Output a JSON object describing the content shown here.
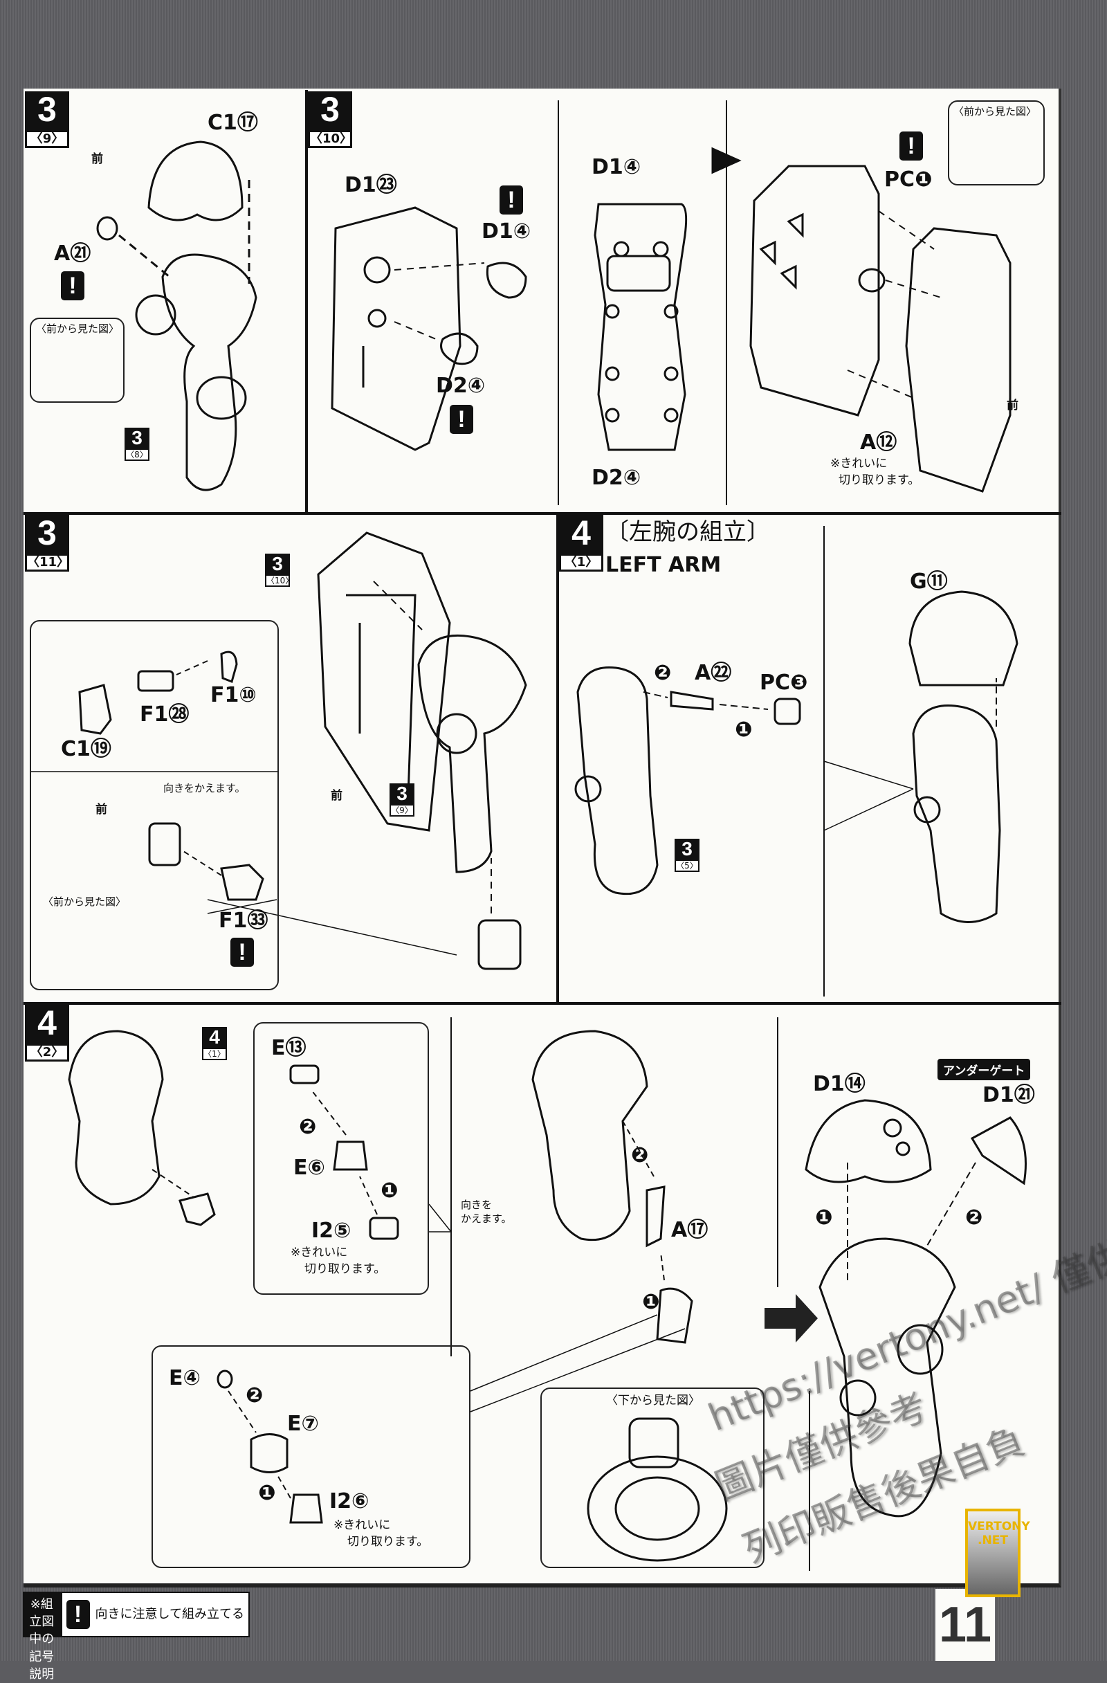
{
  "steps": {
    "s39": {
      "num": "3",
      "sub": "〈9〉"
    },
    "s310": {
      "num": "3",
      "sub": "〈10〉"
    },
    "s311": {
      "num": "3",
      "sub": "〈11〉"
    },
    "s41": {
      "num": "4",
      "sub": "〈1〉",
      "title_jp": "〔左腕の組立〕",
      "title_en": "LEFT ARM"
    },
    "s42": {
      "num": "4",
      "sub": "〈2〉"
    }
  },
  "refs": {
    "r38": {
      "num": "3",
      "sub": "〈8〉"
    },
    "r310": {
      "num": "3",
      "sub": "〈10〉"
    },
    "r39": {
      "num": "3",
      "sub": "〈9〉"
    },
    "r35": {
      "num": "3",
      "sub": "〈5〉"
    },
    "r41": {
      "num": "4",
      "sub": "〈1〉"
    }
  },
  "common": {
    "front": "前",
    "front_view": "〈前から見た図〉",
    "bottom_view": "〈下から見た図〉",
    "warn": "!",
    "cut_clean": "※きれいに",
    "cut_clean2": "切り取ります。",
    "turn": "向きをかえます。",
    "turn1": "向きを",
    "turn2": "かえます。",
    "under_gate": "アンダーゲート",
    "n1": "❶",
    "n2": "❷"
  },
  "panel39": {
    "c1": "C1⑰",
    "a": "A㉑"
  },
  "panel310": {
    "d1a": "D1㉓",
    "d1b": "D1④",
    "d2": "D2④",
    "d1c": "D1④",
    "d2c": "D2④",
    "pc": "PC❶",
    "a": "A⑫"
  },
  "panel311": {
    "f1a": "F1⑩",
    "f1b": "F1㉘",
    "c1": "C1⑲",
    "f1c": "F1㉝"
  },
  "panel41": {
    "a": "A㉒",
    "pc": "PC❸",
    "g": "G⑪"
  },
  "panel42": {
    "e13": "E⑬",
    "e6": "E⑥",
    "i25": "I2⑤",
    "a17": "A⑰",
    "d14": "D1⑭",
    "d21": "D1㉑",
    "e4": "E④",
    "e7": "E⑦",
    "i26": "I2⑥"
  },
  "legend": {
    "title": "※組立図中の記号説明",
    "desc": "向きに注意して組み立てる"
  },
  "page_number": "11",
  "watermark": {
    "badge": "VERTONY .NET",
    "line1": "https://vertony.net/ 僅供參考，",
    "line2": "圖片僅供參考",
    "line3": "列印販售後果自負"
  }
}
